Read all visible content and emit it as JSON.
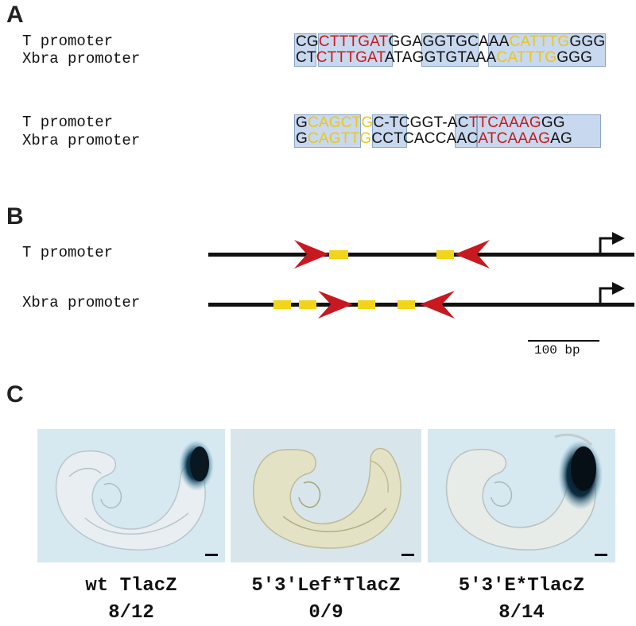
{
  "panels": {
    "a": "A",
    "b": "B",
    "c": "C"
  },
  "panel_a": {
    "block1": {
      "row1_label": "T promoter",
      "row2_label": "Xbra promoter",
      "row1_seq": [
        {
          "t": "CG",
          "c": "blk"
        },
        {
          "t": "CTTTGAT",
          "c": "red"
        },
        {
          "t": "GG",
          "c": "blk"
        },
        {
          "t": "AGGTGCAAA",
          "c": "blk"
        },
        {
          "t": "CATTTG",
          "c": "yel"
        },
        {
          "t": "GGG",
          "c": "blk"
        }
      ],
      "row2_seq": [
        {
          "t": "CT",
          "c": "blk"
        },
        {
          "t": "CTTTGAT",
          "c": "red"
        },
        {
          "t": "AT",
          "c": "blk"
        },
        {
          "t": "AGGTGTAAA",
          "c": "blk"
        },
        {
          "t": "CATTTG",
          "c": "yel"
        },
        {
          "t": "GGG",
          "c": "blk"
        }
      ]
    },
    "block2": {
      "row1_label": "T promoter",
      "row2_label": "Xbra promoter",
      "row1_seq": [
        {
          "t": "G",
          "c": "blk"
        },
        {
          "t": "CAGCTG",
          "c": "yel"
        },
        {
          "t": "C-TCGGT-AC",
          "c": "blk"
        },
        {
          "t": "TTCAAAG",
          "c": "red"
        },
        {
          "t": "GG",
          "c": "blk"
        }
      ],
      "row2_seq": [
        {
          "t": "G",
          "c": "blk"
        },
        {
          "t": "CAGTTG",
          "c": "yel"
        },
        {
          "t": "CCTCACCAAC",
          "c": "blk"
        },
        {
          "t": "ATCAAAG",
          "c": "red"
        },
        {
          "t": "AG",
          "c": "blk"
        }
      ]
    }
  },
  "panel_b": {
    "row1_label": "T promoter",
    "row2_label": "Xbra promoter",
    "scale_label": "100 bp",
    "colors": {
      "arrow": "#c81820",
      "box": "#f2d41a",
      "line": "#111111"
    }
  },
  "panel_c": {
    "embryos": [
      {
        "name": "wt TlacZ",
        "count": "8/12",
        "stain": "strong"
      },
      {
        "name": "5'3'Lef*TlacZ",
        "count": "0/9",
        "stain": "none"
      },
      {
        "name": "5'3'E*TlacZ",
        "count": "8/14",
        "stain": "strong"
      }
    ]
  }
}
